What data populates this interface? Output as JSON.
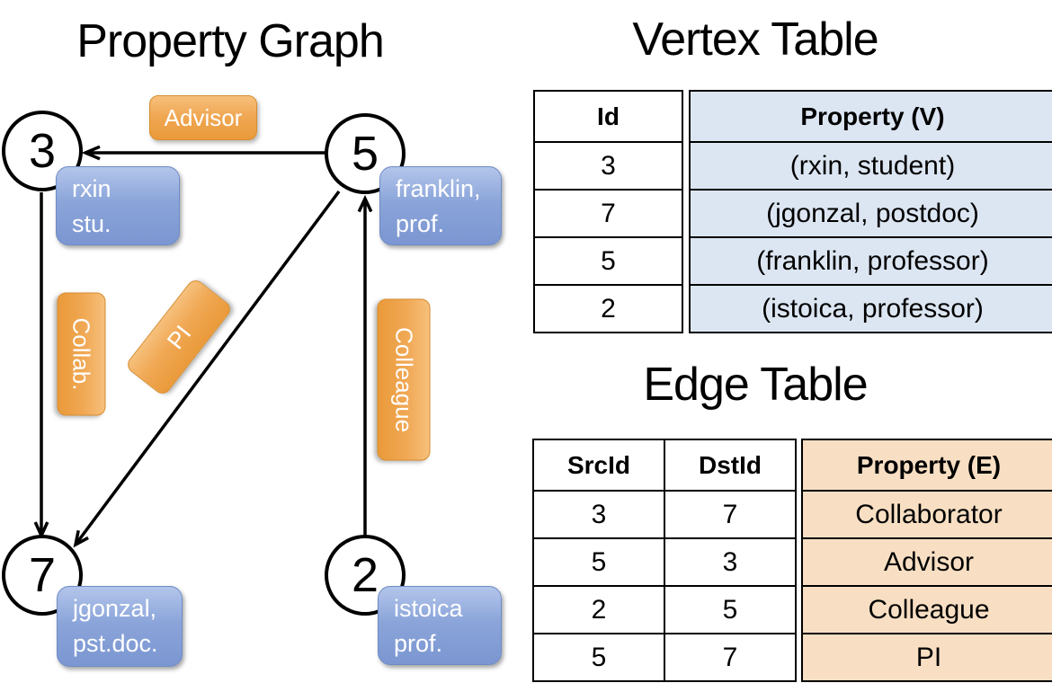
{
  "graph": {
    "title": "Property Graph",
    "nodes": [
      {
        "id": "3",
        "property_line1": "rxin",
        "property_line2": "stu."
      },
      {
        "id": "5",
        "property_line1": "franklin,",
        "property_line2": "prof."
      },
      {
        "id": "7",
        "property_line1": "jgonzal,",
        "property_line2": "pst.doc."
      },
      {
        "id": "2",
        "property_line1": "istoica",
        "property_line2": "prof."
      }
    ],
    "edges": [
      {
        "label": "Advisor",
        "src": "5",
        "dst": "3"
      },
      {
        "label": "Collab.",
        "src": "3",
        "dst": "7"
      },
      {
        "label": "PI",
        "src": "5",
        "dst": "7"
      },
      {
        "label": "Colleague",
        "src": "2",
        "dst": "5"
      }
    ]
  },
  "vertex_table": {
    "title": "Vertex Table",
    "columns": [
      "Id",
      "Property (V)"
    ],
    "rows": [
      {
        "id": "3",
        "property": "(rxin, student)"
      },
      {
        "id": "7",
        "property": "(jgonzal, postdoc)"
      },
      {
        "id": "5",
        "property": "(franklin, professor)"
      },
      {
        "id": "2",
        "property": "(istoica, professor)"
      }
    ]
  },
  "edge_table": {
    "title": "Edge Table",
    "columns": [
      "SrcId",
      "DstId",
      "Property (E)"
    ],
    "rows": [
      {
        "src": "3",
        "dst": "7",
        "property": "Collaborator"
      },
      {
        "src": "5",
        "dst": "3",
        "property": "Advisor"
      },
      {
        "src": "2",
        "dst": "5",
        "property": "Colleague"
      },
      {
        "src": "5",
        "dst": "7",
        "property": "PI"
      }
    ]
  },
  "colors": {
    "edge_label_orange": "#F0A854",
    "vertex_label_blue": "#8BA5DA",
    "vertex_property_bg": "#DCE6F2",
    "edge_property_bg": "#F8DFC3",
    "line_color": "#000000"
  }
}
